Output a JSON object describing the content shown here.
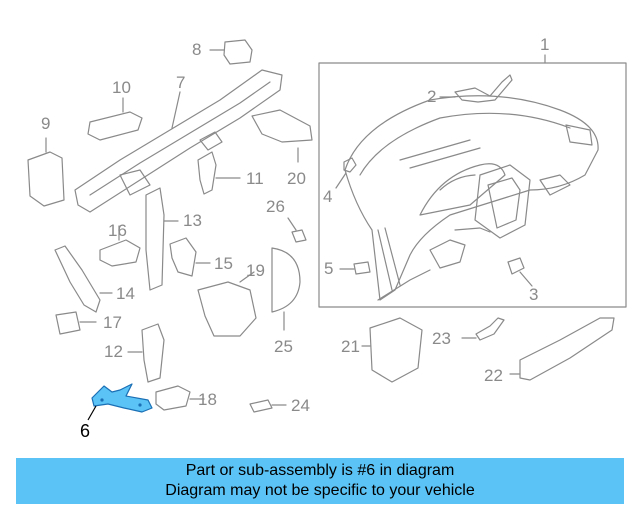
{
  "callouts": {
    "c1": "1",
    "c2": "2",
    "c3": "3",
    "c4": "4",
    "c5": "5",
    "c6": "6",
    "c7": "7",
    "c8": "8",
    "c9": "9",
    "c10": "10",
    "c11": "11",
    "c12": "12",
    "c13": "13",
    "c14": "14",
    "c15": "15",
    "c16": "16",
    "c17": "17",
    "c18": "18",
    "c19": "19",
    "c20": "20",
    "c21": "21",
    "c22": "22",
    "c23": "23",
    "c24": "24",
    "c25": "25",
    "c26": "26"
  },
  "banner": {
    "line1": "Part or sub-assembly is #6 in diagram",
    "line2": "Diagram may not be specific to your vehicle"
  },
  "colors": {
    "line": "#8a8a8a",
    "highlight_fill": "#5bc3f5",
    "highlight_stroke": "#1a6fb5",
    "banner": "#5bc3f5"
  },
  "highlighted_part": "6"
}
